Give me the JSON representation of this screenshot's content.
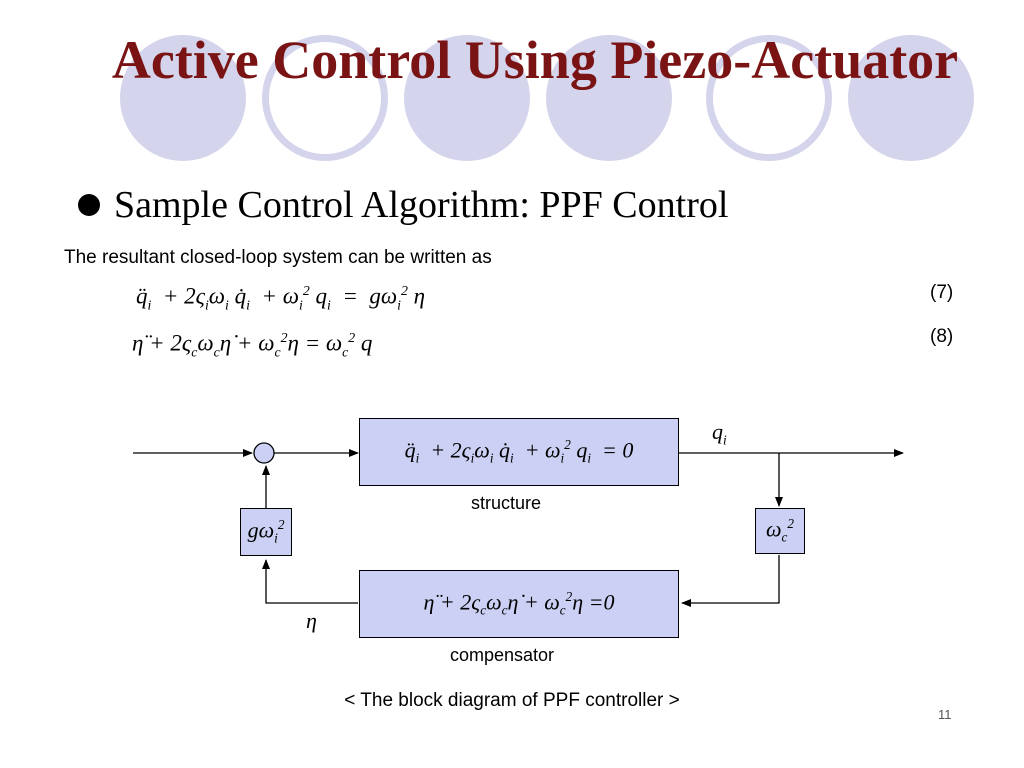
{
  "slide": {
    "title": "Active Control Using Piezo-Actuator",
    "bullet": "Sample Control Algorithm: PPF Control",
    "intro": "The resultant closed-loop system can be written as",
    "equations": [
      {
        "number": "(7)"
      },
      {
        "number": "(8)"
      }
    ],
    "diagram": {
      "structure_label": "structure",
      "compensator_label": "compensator",
      "output_label": "q",
      "output_sub": "i",
      "feedback_label": "η",
      "caption": "< The block diagram of PPF controller >"
    },
    "page_number": "11"
  },
  "colors": {
    "title": "#7a1414",
    "circle": "#d4d4ec",
    "block_fill": "#cbd0f4",
    "summing_junction": "#cbd0f4"
  }
}
